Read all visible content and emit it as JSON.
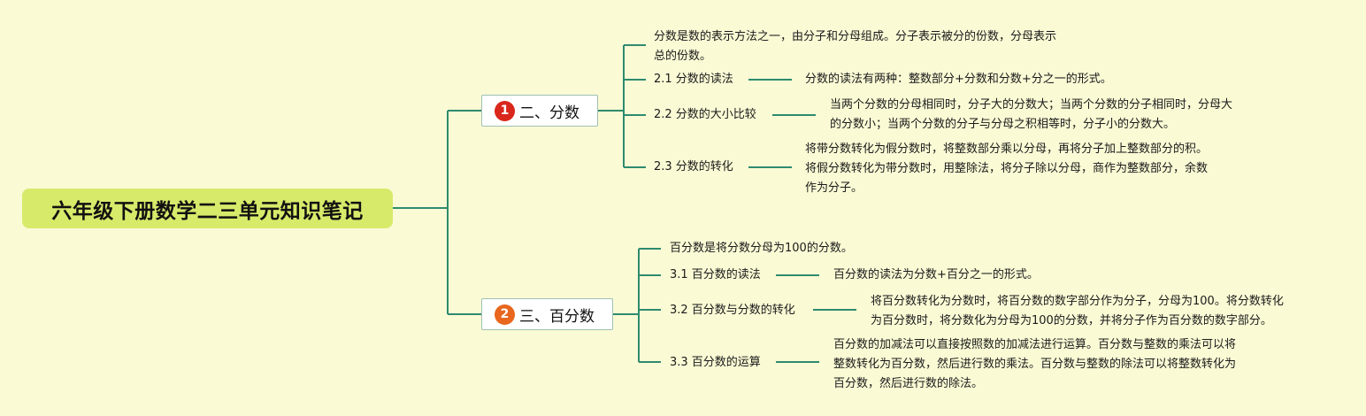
{
  "root": {
    "title": "六年级下册数学二三单元知识笔记"
  },
  "branches": [
    {
      "badge": "1",
      "label": "二、分数",
      "intro": [
        "分数是数的表示方法之一，由分子和分母组成。分子表示被分的份数，分母表示",
        "总的份数。"
      ],
      "subs": [
        {
          "label": "2.1 分数的读法",
          "detail": [
            "分数的读法有两种：整数部分+分数和分数+分之一的形式。"
          ]
        },
        {
          "label": "2.2 分数的大小比较",
          "detail": [
            "当两个分数的分母相同时，分子大的分数大；当两个分数的分子相同时，分母大",
            "的分数小；当两个分数的分子与分母之积相等时，分子小的分数大。"
          ]
        },
        {
          "label": "2.3 分数的转化",
          "detail": [
            "将带分数转化为假分数时，将整数部分乘以分母，再将分子加上整数部分的积。",
            "将假分数转化为带分数时，用整除法，将分子除以分母，商作为整数部分，余数",
            "作为分子。"
          ]
        }
      ]
    },
    {
      "badge": "2",
      "label": "三、百分数",
      "intro": [
        "百分数是将分数分母为100的分数。"
      ],
      "subs": [
        {
          "label": "3.1 百分数的读法",
          "detail": [
            "百分数的读法为分数+百分之一的形式。"
          ]
        },
        {
          "label": "3.2 百分数与分数的转化",
          "detail": [
            "将百分数转化为分数时，将百分数的数字部分作为分子，分母为100。将分数转化",
            "为百分数时，将分数化为分母为100的分数，并将分子作为百分数的数字部分。"
          ]
        },
        {
          "label": "3.3 百分数的运算",
          "detail": [
            "百分数的加减法可以直接按照数的加减法进行运算。百分数与整数的乘法可以将",
            "整数转化为百分数，然后进行数的乘法。百分数与整数的除法可以将整数转化为",
            "百分数，然后进行数的除法。"
          ]
        }
      ]
    }
  ],
  "colors": {
    "background": "#fafad5",
    "root_fill": "#d8ea6a",
    "connector": "#2e8b6e",
    "badge_1": "#d9271c",
    "badge_2": "#e8661d"
  }
}
